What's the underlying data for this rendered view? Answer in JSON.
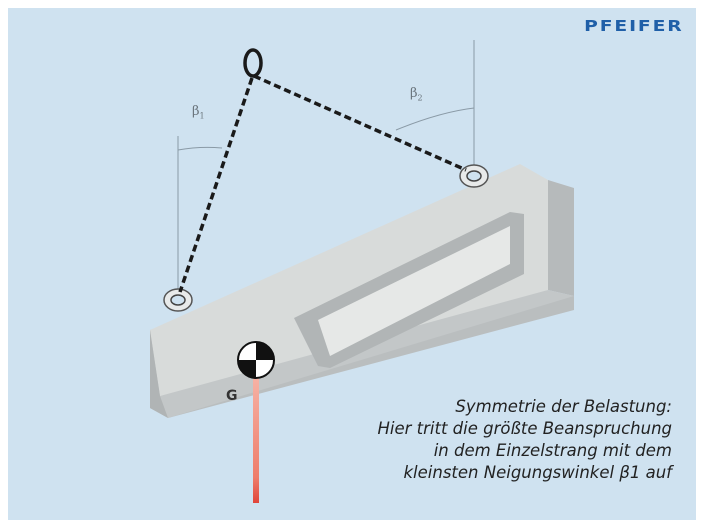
{
  "brand": {
    "logo_text": "PFEIFER",
    "logo_color": "#1f5fa8"
  },
  "diagram": {
    "angle_left": {
      "symbol": "β",
      "index": "1"
    },
    "angle_right": {
      "symbol": "β",
      "index": "2"
    },
    "center_of_gravity_label": "G"
  },
  "caption": {
    "line1": "Symmetrie der Belastung:",
    "line2": "Hier tritt die größte Beanspruchung",
    "line3": "in dem Einzelstrang mit dem",
    "line4": "kleinsten Neigungswinkel β1 auf"
  },
  "colors": {
    "background": "#cfe2f0",
    "slab_top": "#d9dcdb",
    "slab_side": "#b7bbbc",
    "chain": "#1a1a1a",
    "weight_line": "#f08070"
  }
}
